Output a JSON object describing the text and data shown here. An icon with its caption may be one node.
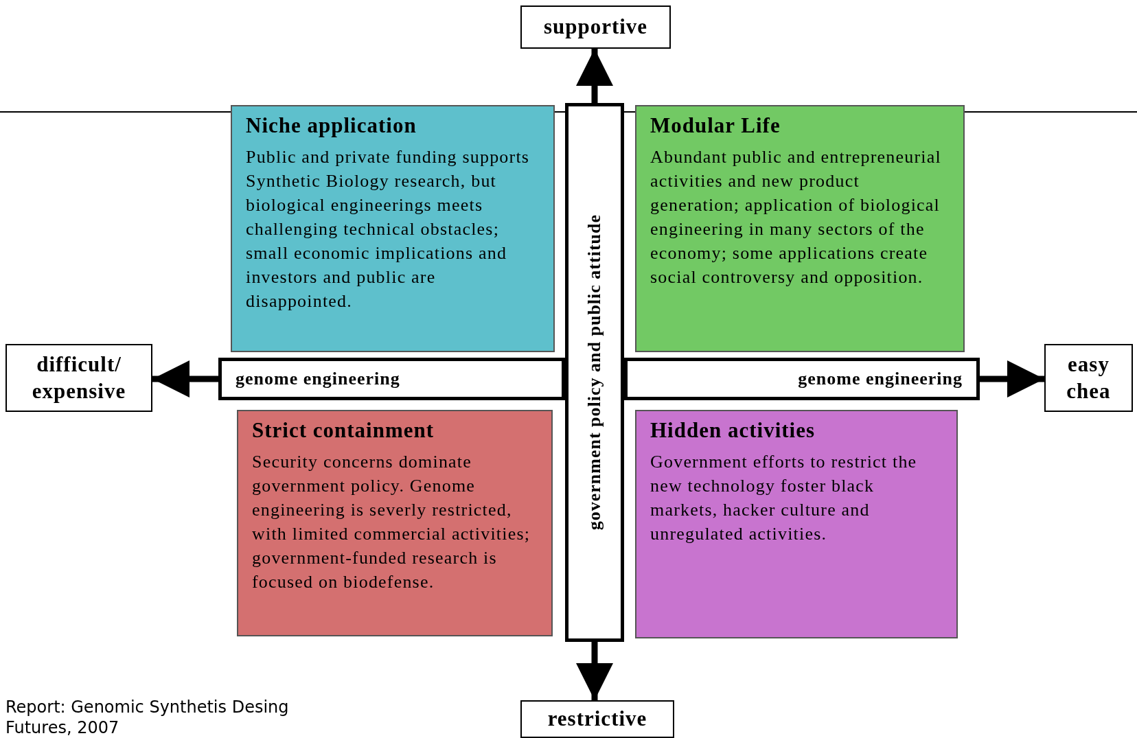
{
  "diagram": {
    "nodes": [
      {
        "text": [
          "supportive"
        ]
      },
      {
        "text": [
          "difficult/ expensive"
        ]
      },
      {
        "text": [
          "easy chea"
        ]
      },
      {
        "text": [
          "restrictive"
        ]
      },
      {
        "text": [
          "genome engineering"
        ]
      },
      {
        "text": [
          "genome engineering"
        ]
      },
      {
        "text": [
          "government policy and public attitude"
        ]
      },
      {
        "text": [
          "Niche application",
          "Public and private funding supports Synthetic Biology research, but biological engineerings meets challenging technical obstacles; small economic implications and investors and public are disappointed."
        ]
      },
      {
        "text": [
          "Modular Life",
          "Abundant public and entrepreneurial activities and new product generation; application of biological engineering in many sectors of the economy; some applications create social controversy and opposition."
        ]
      },
      {
        "text": [
          "Strict containment",
          "Security concerns dominate government policy. Genome engineering is severly restricted, with limited commercial activities; government-funded research is focused on biodefense."
        ]
      },
      {
        "text": [
          "Hidden activities",
          "Government efforts to restrict the new technology foster black markets, hacker culture and unregulated activities."
        ]
      }
    ],
    "edges": [
      {
        "from": 6,
        "to": 0,
        "arrow": "to"
      },
      {
        "from": 6,
        "to": 3,
        "arrow": "to"
      },
      {
        "from": 4,
        "to": 1,
        "arrow": "to"
      },
      {
        "from": 5,
        "to": 2,
        "arrow": "to"
      }
    ],
    "labels": [
      "Report: Genomic Synthetis Desing Futures, 2007"
    ]
  }
}
